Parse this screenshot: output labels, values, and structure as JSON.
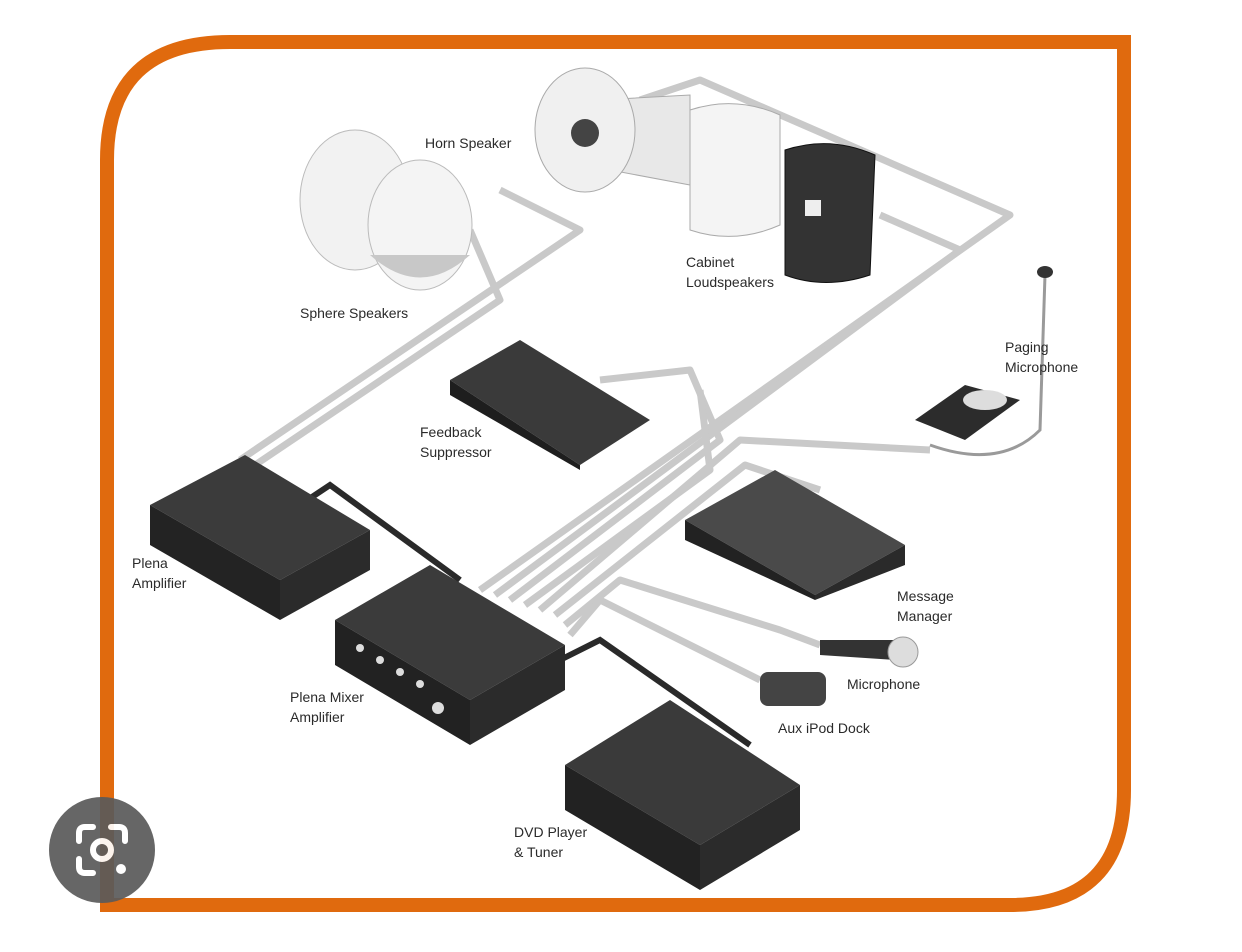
{
  "diagram": {
    "frame_color": "#E06A0E",
    "labels": {
      "horn_speaker": "Horn Speaker",
      "sphere_speakers": "Sphere Speakers",
      "cabinet_loudspeakers": [
        "Cabinet",
        "Loudspeakers"
      ],
      "paging_microphone": [
        "Paging",
        "Microphone"
      ],
      "feedback_suppressor": [
        "Feedback",
        "Suppressor"
      ],
      "plena_amplifier": [
        "Plena",
        "Amplifier"
      ],
      "plena_mixer_amplifier": [
        "Plena Mixer",
        "Amplifier"
      ],
      "message_manager": [
        "Message",
        "Manager"
      ],
      "microphone": "Microphone",
      "aux_ipod_dock": "Aux iPod Dock",
      "dvd_player_tuner": [
        "DVD Player",
        "& Tuner"
      ]
    }
  },
  "overlay": {
    "lens_button_icon": "google-lens-icon"
  }
}
